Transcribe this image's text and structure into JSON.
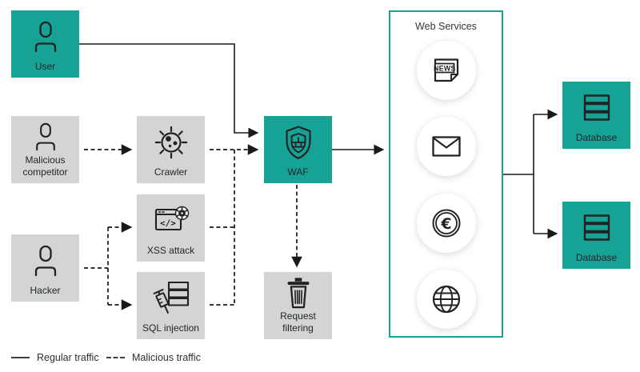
{
  "colors": {
    "teal": "#17a296",
    "box_gray": "#d4d4d4",
    "icon_stroke": "#222222",
    "line_color": "#1a1a1a"
  },
  "nodes": {
    "user": {
      "label": "User"
    },
    "malicious_competitor": {
      "label": "Malicious competitor"
    },
    "hacker": {
      "label": "Hacker"
    },
    "crawler": {
      "label": "Crawler"
    },
    "xss_attack": {
      "label": "XSS attack"
    },
    "sql_injection": {
      "label": "SQL injection"
    },
    "waf": {
      "label": "WAF"
    },
    "request_filtering": {
      "label": "Request filtering"
    },
    "database_top": {
      "label": "Database"
    },
    "database_bottom": {
      "label": "Database"
    }
  },
  "web_services": {
    "title": "Web Services",
    "items": [
      "news",
      "mail",
      "payment",
      "web"
    ]
  },
  "icon_text": {
    "news": "NEWS",
    "euro": "€",
    "code": "</>"
  },
  "legend": {
    "regular": "Regular traffic",
    "malicious": "Malicious traffic"
  }
}
